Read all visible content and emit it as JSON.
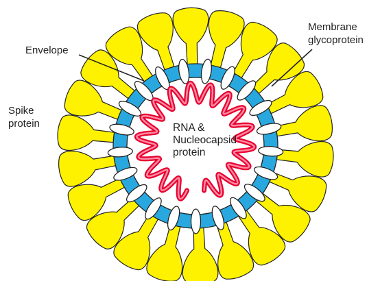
{
  "labels": {
    "envelope": "Envelope",
    "membrane_line1": "Membrane",
    "membrane_line2": "glycoprotein",
    "spike_line1": "Spike",
    "spike_line2": "protein",
    "core_line1": "RNA &",
    "core_line2": "Nucleocapsid",
    "core_line3": "protein"
  },
  "colors": {
    "spike_fill": "#FFF200",
    "envelope_fill": "#29A8E0",
    "membrane_glycoprotein_fill": "#FFFFFF",
    "rna_outline": "#E8002E",
    "rna_inner": "#FF8AA5",
    "outline": "#222222"
  },
  "structure": {
    "spike_count": 22,
    "membrane_glycoprotein_count": 21
  }
}
